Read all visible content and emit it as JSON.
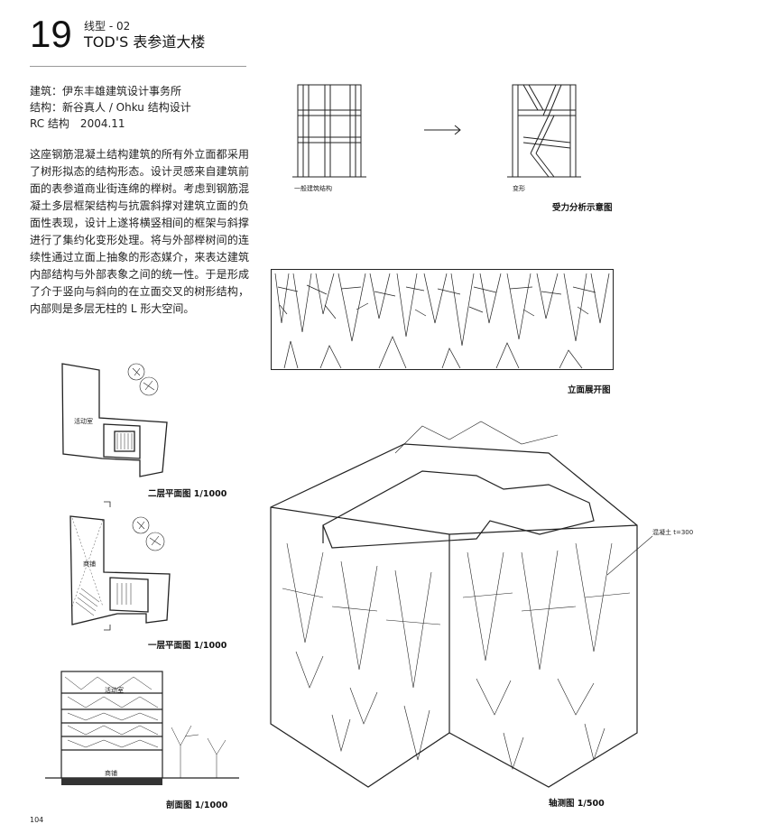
{
  "header": {
    "number": "19",
    "subtitle": "线型 - 02",
    "title": "TOD'S 表参道大楼"
  },
  "meta": {
    "architect": "建筑：伊东丰雄建筑设计事务所",
    "structure": "结构：新谷真人 / Ohku 结构设计",
    "type_year": "RC 结构　2004.11"
  },
  "body": {
    "paragraph": "这座钢筋混凝土结构建筑的所有外立面都采用了树形拟态的结构形态。设计灵感来自建筑前面的表参道商业街连绵的榉树。考虑到钢筋混凝土多层框架结构与抗震斜撑对建筑立面的负面性表现，设计上遂将横竖相间的框架与斜撑进行了集约化变形处理。将与外部榉树间的连续性通过立面上抽象的形态媒介，来表达建筑内部结构与外部表象之间的统一性。于是形成了介于竖向与斜向的在立面交叉的树形结构，内部则是多层无柱的 L 形大空间。"
  },
  "diagrams": {
    "frame_general_label": "一般建筑结构",
    "frame_deformed_label": "变形",
    "force_caption": "受力分析示意图",
    "elevation_caption": "立面展开图",
    "plan2_room": "活动室",
    "plan2_caption": "二层平面图  1/1000",
    "plan1_room": "商铺",
    "plan1_caption": "一层平面图  1/1000",
    "section_room_upper": "活动室",
    "section_room_lower": "商铺",
    "section_caption": "剖面图  1/1000",
    "axo_note": "混凝土 t=300",
    "axo_caption": "轴测图  1/500",
    "page_number": "104"
  }
}
